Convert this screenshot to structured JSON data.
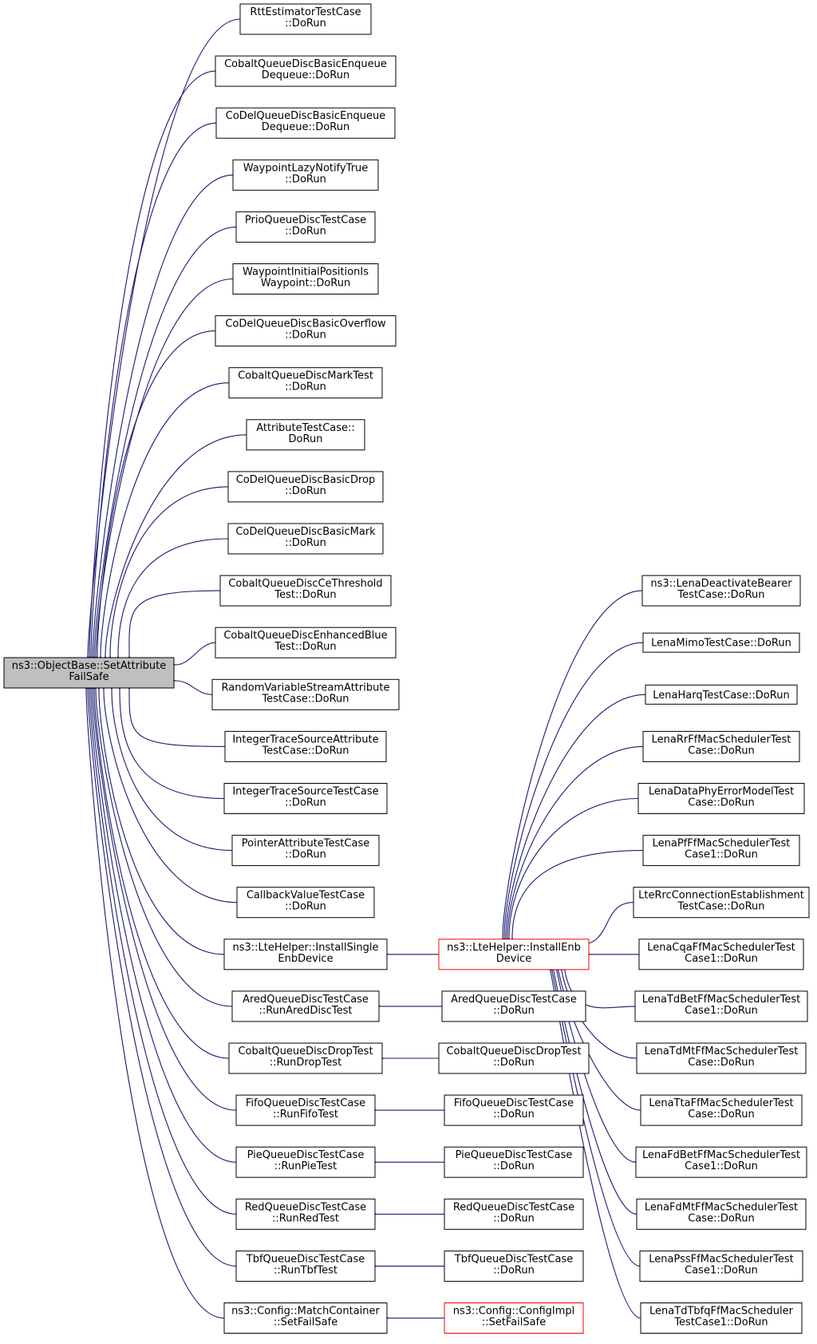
{
  "nodes": [
    {
      "id": "root",
      "lines": [
        "ns3::ObjectBase::SetAttribute",
        "FailSafe"
      ],
      "style": "root"
    },
    {
      "id": "a0",
      "lines": [
        "RttEstimatorTestCase",
        "::DoRun"
      ]
    },
    {
      "id": "a1",
      "lines": [
        "CobaltQueueDiscBasicEnqueue",
        "Dequeue::DoRun"
      ]
    },
    {
      "id": "a2",
      "lines": [
        "CoDelQueueDiscBasicEnqueue",
        "Dequeue::DoRun"
      ]
    },
    {
      "id": "a3",
      "lines": [
        "WaypointLazyNotifyTrue",
        "::DoRun"
      ]
    },
    {
      "id": "a4",
      "lines": [
        "PrioQueueDiscTestCase",
        "::DoRun"
      ]
    },
    {
      "id": "a5",
      "lines": [
        "WaypointInitialPositionIs",
        "Waypoint::DoRun"
      ]
    },
    {
      "id": "a6",
      "lines": [
        "CoDelQueueDiscBasicOverflow",
        "::DoRun"
      ]
    },
    {
      "id": "a7",
      "lines": [
        "CobaltQueueDiscMarkTest",
        "::DoRun"
      ]
    },
    {
      "id": "a8",
      "lines": [
        "AttributeTestCase::",
        "DoRun"
      ]
    },
    {
      "id": "a9",
      "lines": [
        "CoDelQueueDiscBasicDrop",
        "::DoRun"
      ]
    },
    {
      "id": "a10",
      "lines": [
        "CoDelQueueDiscBasicMark",
        "::DoRun"
      ]
    },
    {
      "id": "a11",
      "lines": [
        "CobaltQueueDiscCeThreshold",
        "Test::DoRun"
      ]
    },
    {
      "id": "a12",
      "lines": [
        "CobaltQueueDiscEnhancedBlue",
        "Test::DoRun"
      ]
    },
    {
      "id": "a13",
      "lines": [
        "RandomVariableStreamAttribute",
        "TestCase::DoRun"
      ]
    },
    {
      "id": "a14",
      "lines": [
        "IntegerTraceSourceAttribute",
        "TestCase::DoRun"
      ]
    },
    {
      "id": "a15",
      "lines": [
        "IntegerTraceSourceTestCase",
        "::DoRun"
      ]
    },
    {
      "id": "a16",
      "lines": [
        "PointerAttributeTestCase",
        "::DoRun"
      ]
    },
    {
      "id": "a17",
      "lines": [
        "CallbackValueTestCase",
        "::DoRun"
      ]
    },
    {
      "id": "a18",
      "lines": [
        "ns3::LteHelper::InstallSingle",
        "EnbDevice"
      ]
    },
    {
      "id": "a19",
      "lines": [
        "AredQueueDiscTestCase",
        "::RunAredDiscTest"
      ]
    },
    {
      "id": "a20",
      "lines": [
        "CobaltQueueDiscDropTest",
        "::RunDropTest"
      ]
    },
    {
      "id": "a21",
      "lines": [
        "FifoQueueDiscTestCase",
        "::RunFifoTest"
      ]
    },
    {
      "id": "a22",
      "lines": [
        "PieQueueDiscTestCase",
        "::RunPieTest"
      ]
    },
    {
      "id": "a23",
      "lines": [
        "RedQueueDiscTestCase",
        "::RunRedTest"
      ]
    },
    {
      "id": "a24",
      "lines": [
        "TbfQueueDiscTestCase",
        "::RunTbfTest"
      ]
    },
    {
      "id": "a25",
      "lines": [
        "ns3::Config::MatchContainer",
        "::SetFailSafe"
      ]
    },
    {
      "id": "b0",
      "lines": [
        "ns3::LteHelper::InstallEnb",
        "Device"
      ],
      "style": "hl"
    },
    {
      "id": "b1",
      "lines": [
        "AredQueueDiscTestCase",
        "::DoRun"
      ]
    },
    {
      "id": "b2",
      "lines": [
        "CobaltQueueDiscDropTest",
        "::DoRun"
      ]
    },
    {
      "id": "b3",
      "lines": [
        "FifoQueueDiscTestCase",
        "::DoRun"
      ]
    },
    {
      "id": "b4",
      "lines": [
        "PieQueueDiscTestCase",
        "::DoRun"
      ]
    },
    {
      "id": "b5",
      "lines": [
        "RedQueueDiscTestCase",
        "::DoRun"
      ]
    },
    {
      "id": "b6",
      "lines": [
        "TbfQueueDiscTestCase",
        "::DoRun"
      ]
    },
    {
      "id": "b7",
      "lines": [
        "ns3::Config::ConfigImpl",
        "::SetFailSafe"
      ],
      "style": "hl"
    },
    {
      "id": "c0",
      "lines": [
        "ns3::LenaDeactivateBearer",
        "TestCase::DoRun"
      ]
    },
    {
      "id": "c1",
      "lines": [
        "LenaMimoTestCase::DoRun"
      ]
    },
    {
      "id": "c2",
      "lines": [
        "LenaHarqTestCase::DoRun"
      ]
    },
    {
      "id": "c3",
      "lines": [
        "LenaRrFfMacSchedulerTest",
        "Case::DoRun"
      ]
    },
    {
      "id": "c4",
      "lines": [
        "LenaDataPhyErrorModelTest",
        "Case::DoRun"
      ]
    },
    {
      "id": "c5",
      "lines": [
        "LenaPfFfMacSchedulerTest",
        "Case1::DoRun"
      ]
    },
    {
      "id": "c6",
      "lines": [
        "LteRrcConnectionEstablishment",
        "TestCase::DoRun"
      ]
    },
    {
      "id": "c7",
      "lines": [
        "LenaCqaFfMacSchedulerTest",
        "Case1::DoRun"
      ]
    },
    {
      "id": "c8",
      "lines": [
        "LenaTdBetFfMacSchedulerTest",
        "Case1::DoRun"
      ]
    },
    {
      "id": "c9",
      "lines": [
        "LenaTdMtFfMacSchedulerTest",
        "Case::DoRun"
      ]
    },
    {
      "id": "c10",
      "lines": [
        "LenaTtaFfMacSchedulerTest",
        "Case::DoRun"
      ]
    },
    {
      "id": "c11",
      "lines": [
        "LenaFdBetFfMacSchedulerTest",
        "Case1::DoRun"
      ]
    },
    {
      "id": "c12",
      "lines": [
        "LenaFdMtFfMacSchedulerTest",
        "Case::DoRun"
      ]
    },
    {
      "id": "c13",
      "lines": [
        "LenaPssFfMacSchedulerTest",
        "Case1::DoRun"
      ]
    },
    {
      "id": "c14",
      "lines": [
        "LenaTdTbfqFfMacScheduler",
        "TestCase1::DoRun"
      ]
    }
  ],
  "edges": [
    {
      "from": "a0",
      "to": "root"
    },
    {
      "from": "a1",
      "to": "root"
    },
    {
      "from": "a2",
      "to": "root"
    },
    {
      "from": "a3",
      "to": "root"
    },
    {
      "from": "a4",
      "to": "root"
    },
    {
      "from": "a5",
      "to": "root"
    },
    {
      "from": "a6",
      "to": "root"
    },
    {
      "from": "a7",
      "to": "root"
    },
    {
      "from": "a8",
      "to": "root"
    },
    {
      "from": "a9",
      "to": "root"
    },
    {
      "from": "a10",
      "to": "root"
    },
    {
      "from": "a11",
      "to": "root"
    },
    {
      "from": "a12",
      "to": "root"
    },
    {
      "from": "a13",
      "to": "root"
    },
    {
      "from": "a14",
      "to": "root"
    },
    {
      "from": "a15",
      "to": "root"
    },
    {
      "from": "a16",
      "to": "root"
    },
    {
      "from": "a17",
      "to": "root"
    },
    {
      "from": "a18",
      "to": "root"
    },
    {
      "from": "a19",
      "to": "root"
    },
    {
      "from": "a20",
      "to": "root"
    },
    {
      "from": "a21",
      "to": "root"
    },
    {
      "from": "a22",
      "to": "root"
    },
    {
      "from": "a23",
      "to": "root"
    },
    {
      "from": "a24",
      "to": "root"
    },
    {
      "from": "a25",
      "to": "root"
    },
    {
      "from": "b0",
      "to": "a18"
    },
    {
      "from": "b1",
      "to": "a19"
    },
    {
      "from": "b2",
      "to": "a20"
    },
    {
      "from": "b3",
      "to": "a21"
    },
    {
      "from": "b4",
      "to": "a22"
    },
    {
      "from": "b5",
      "to": "a23"
    },
    {
      "from": "b6",
      "to": "a24"
    },
    {
      "from": "b7",
      "to": "a25"
    },
    {
      "from": "c0",
      "to": "b0"
    },
    {
      "from": "c1",
      "to": "b0"
    },
    {
      "from": "c2",
      "to": "b0"
    },
    {
      "from": "c3",
      "to": "b0"
    },
    {
      "from": "c4",
      "to": "b0"
    },
    {
      "from": "c5",
      "to": "b0"
    },
    {
      "from": "c6",
      "to": "b0"
    },
    {
      "from": "c7",
      "to": "b0"
    },
    {
      "from": "c8",
      "to": "b0"
    },
    {
      "from": "c9",
      "to": "b0"
    },
    {
      "from": "c10",
      "to": "b0"
    },
    {
      "from": "c11",
      "to": "b0"
    },
    {
      "from": "c12",
      "to": "b0"
    },
    {
      "from": "c13",
      "to": "b0"
    },
    {
      "from": "c14",
      "to": "b0"
    }
  ],
  "colors": {
    "edge": "#191970",
    "highlight_border": "#ff0000",
    "root_fill": "#bfbfbf"
  }
}
